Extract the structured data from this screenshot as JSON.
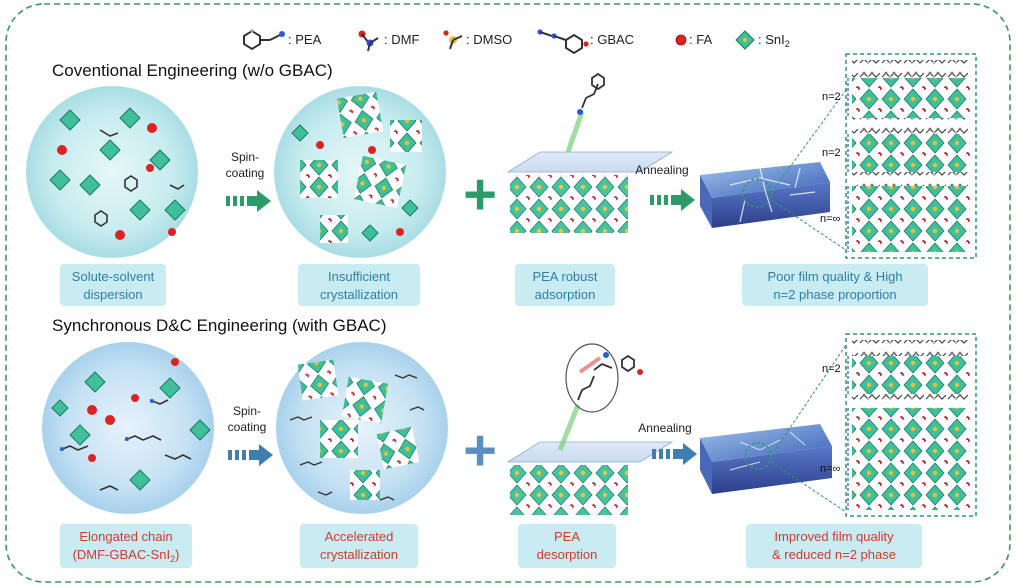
{
  "legend": {
    "items": [
      {
        "icon": "pea-molecule-icon",
        "label": ": PEA"
      },
      {
        "icon": "dmf-molecule-icon",
        "label": ": DMF"
      },
      {
        "icon": "dmso-molecule-icon",
        "label": ": DMSO"
      },
      {
        "icon": "gbac-molecule-icon",
        "label": ": GBAC"
      },
      {
        "icon": "fa-cation-icon",
        "label": ": FA"
      },
      {
        "icon": "sni2-octahedron-icon",
        "label": ": SnI",
        "sub": "2"
      }
    ]
  },
  "conventional": {
    "title": "Coventional Engineering (w/o GBAC)",
    "arrow_label_1": "Spin-",
    "arrow_label_2": "coating",
    "annealing_label": "Annealing",
    "plus": "+",
    "boxes": [
      {
        "line1": "Solute-solvent",
        "line2": "dispersion"
      },
      {
        "line1": "Insufficient",
        "line2": "crystallization"
      },
      {
        "line1": "PEA robust",
        "line2": "adsorption"
      },
      {
        "line1": "Poor film quality & High",
        "line2": "n=2 phase proportion"
      }
    ],
    "phases": [
      "n=2",
      "n=2",
      "n=∞"
    ]
  },
  "synchronous": {
    "title": "Synchronous D&C Engineering (with GBAC)",
    "arrow_label_1": "Spin-",
    "arrow_label_2": "coating",
    "annealing_label": "Annealing",
    "plus": "+",
    "boxes": [
      {
        "line1": "Elongated chain",
        "line2": "(DMF-GBAC-SnI",
        "line2_sub": "2",
        "line2_end": ")"
      },
      {
        "line1": "Accelerated",
        "line2": "crystallization"
      },
      {
        "line1": "PEA",
        "line2": "desorption"
      },
      {
        "line1": "Improved film quality",
        "line2": "& reduced n=2 phase"
      }
    ],
    "phases": [
      "n=2",
      "n=∞"
    ]
  },
  "colors": {
    "frame": "#3a9a5c",
    "conventional_accent": "#2d9a6a",
    "synchronous_accent": "#3f7fb0",
    "box_fill": "#c9ecf2",
    "conventional_text": "#2d7fa6",
    "synchronous_text": "#d23a2a"
  }
}
